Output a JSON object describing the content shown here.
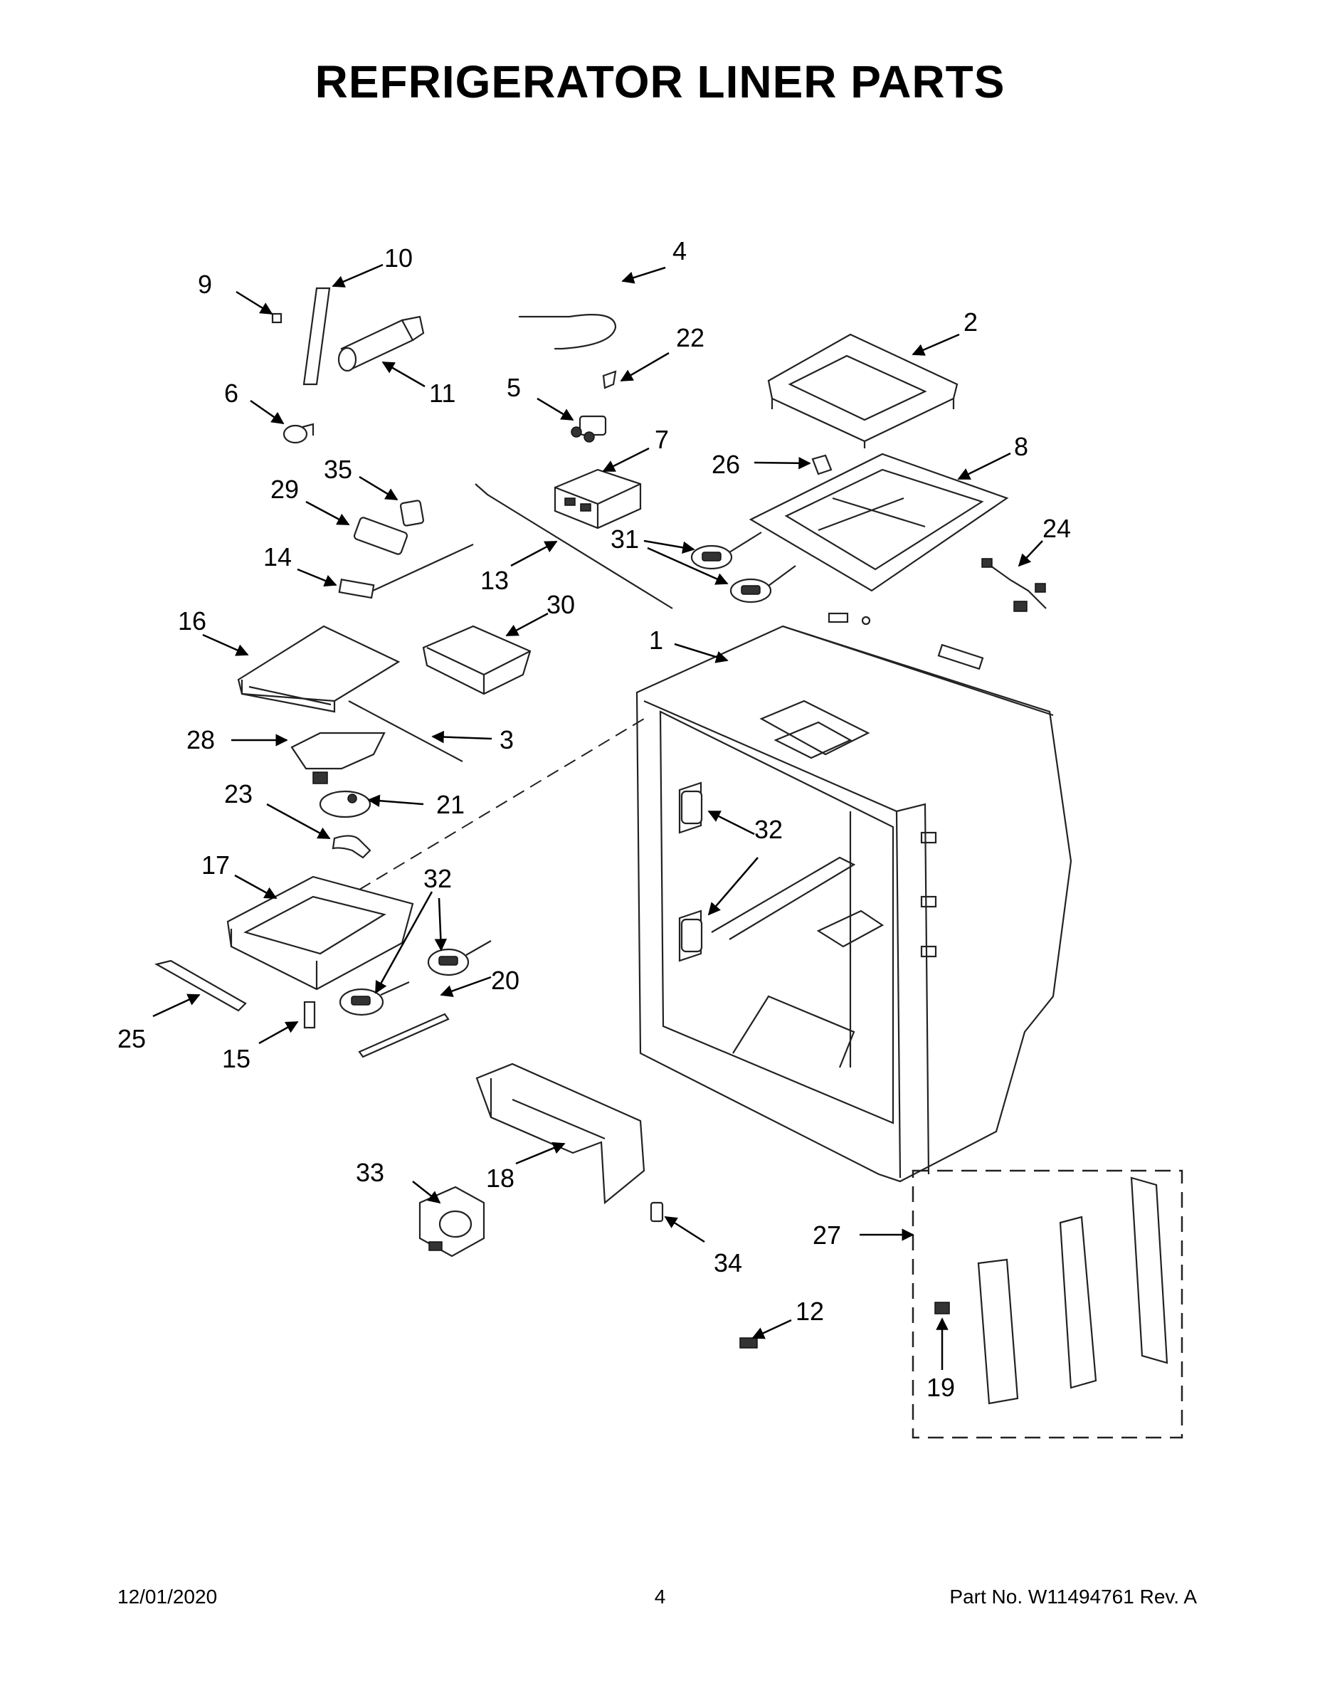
{
  "title": "REFRIGERATOR LINER PARTS",
  "footer": {
    "date": "12/01/2020",
    "page": "4",
    "part_no": "Part No.  W11494761  Rev.  A"
  },
  "callouts": [
    "1",
    "2",
    "3",
    "4",
    "5",
    "6",
    "7",
    "8",
    "9",
    "10",
    "11",
    "12",
    "13",
    "14",
    "15",
    "16",
    "17",
    "18",
    "19",
    "20",
    "21",
    "22",
    "23",
    "24",
    "25",
    "26",
    "27",
    "28",
    "29",
    "30",
    "31",
    "32",
    "32",
    "33",
    "34",
    "35"
  ]
}
